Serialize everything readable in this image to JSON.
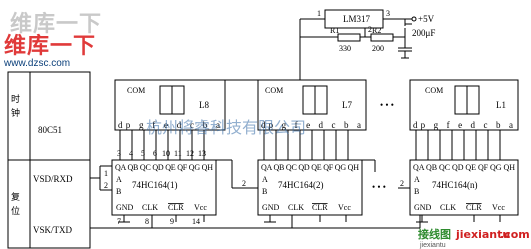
{
  "watermark": {
    "top_left_line1": "维库一下",
    "top_left_line2": "维库一下",
    "site": "www.dzsc.com",
    "center": "杭州将睿科技有限公司",
    "bottom_right_cn": "接线图",
    "bottom_right_site": "jiexiantu",
    "bottom_right_com": ".com"
  },
  "power": {
    "regulator": "LM317",
    "pin1": "1",
    "pin2": "2",
    "pin3": "3",
    "supply": "+5V",
    "r1": "R1",
    "r2": "R2",
    "r1_value": "330",
    "r2_value": "200",
    "cap": "200μF"
  },
  "mcu": {
    "name": "80C51",
    "clock_label": "时钟",
    "reset_label": "复位",
    "rxd": "VSD/RXD",
    "txd": "VSK/TXD"
  },
  "displays": [
    {
      "id": "L8",
      "com": "COM",
      "pins": "dp g f e d c b a"
    },
    {
      "id": "L7",
      "com": "COM",
      "pins": "dp g f e d c b a"
    },
    {
      "id": "L1",
      "com": "COM",
      "pins": "dp g f e d c b a"
    }
  ],
  "registers": [
    {
      "name": "74HC164(1)"
    },
    {
      "name": "74HC164(2)"
    },
    {
      "name": "74HC164(n)"
    }
  ],
  "reg_pins": {
    "outputs": "QA QB QC QD QE QF QG QH",
    "a": "A",
    "b": "B",
    "gnd": "GND",
    "clk": "CLK",
    "clr": "CLR",
    "vcc": "Vcc"
  },
  "pin_numbers": {
    "p3": "3",
    "p4": "4",
    "p5": "5",
    "p6": "6",
    "p10": "10",
    "p11": "11",
    "p12": "12",
    "p13": "13",
    "p1": "1",
    "p2": "2",
    "p7": "7",
    "p8": "8",
    "p9": "9",
    "p14": "14",
    "p2b": "2",
    "p2c": "2"
  },
  "ellipsis": "• • •"
}
